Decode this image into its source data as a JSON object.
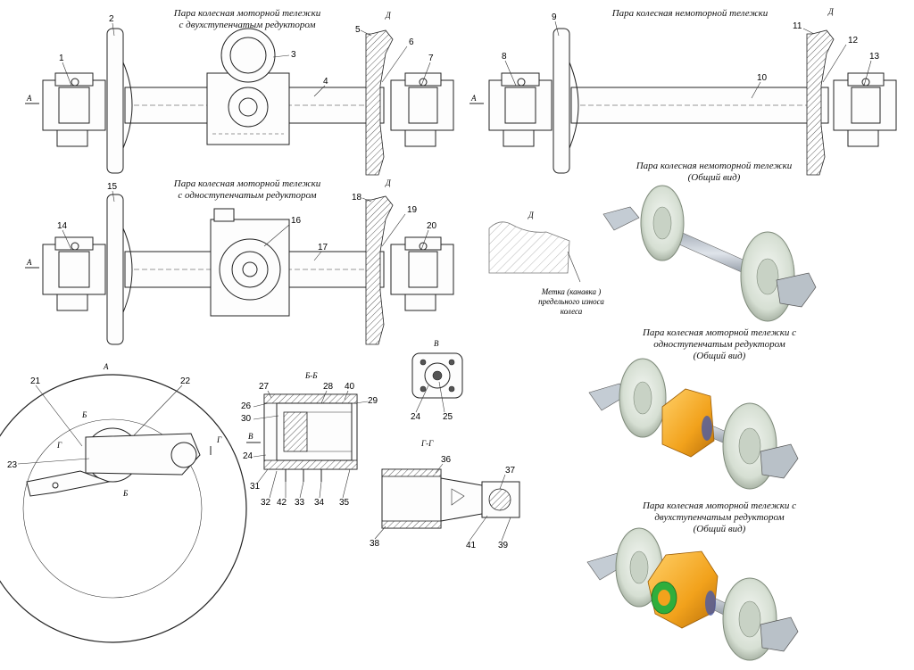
{
  "captions": {
    "motor_two_stage": [
      "Пара колесная моторной тележки",
      "с двухступенчатым редуктором"
    ],
    "non_motor": [
      "Пара колесная немоторной тележки"
    ],
    "motor_one_stage": [
      "Пара колесная моторной тележки",
      "с одноступенчатым редуктором"
    ],
    "non_motor_general": [
      "Пара колесная немоторной тележки",
      "(Общий вид)"
    ],
    "one_stage_general": [
      "Пара колесная моторной тележки с",
      "одноступенчатым редуктором",
      "(Общий вид)"
    ],
    "two_stage_general": [
      "Пара колесная моторной тележки с",
      "двухступенчатым редуктором",
      "(Общий вид)"
    ],
    "wear_mark": [
      "Метка (канавка )",
      "предельного износа",
      "колеса"
    ]
  },
  "view_labels": {
    "A": "А",
    "D": "Д",
    "B_B": "Б-Б",
    "B": "Б",
    "V": "В",
    "G_G": "Г-Г",
    "G": "Г"
  },
  "callouts": [
    "1",
    "2",
    "3",
    "4",
    "5",
    "6",
    "7",
    "8",
    "9",
    "10",
    "11",
    "12",
    "13",
    "14",
    "15",
    "16",
    "17",
    "18",
    "19",
    "20",
    "21",
    "22",
    "23",
    "24",
    "25",
    "26",
    "27",
    "28",
    "29",
    "30",
    "31",
    "32",
    "33",
    "34",
    "35",
    "36",
    "37",
    "38",
    "39",
    "40",
    "41",
    "42"
  ],
  "colors": {
    "ink": "#222222",
    "render_wheel": "#d9e2d6",
    "render_gear": "#f2a21c",
    "render_ring": "#2fae3c"
  }
}
